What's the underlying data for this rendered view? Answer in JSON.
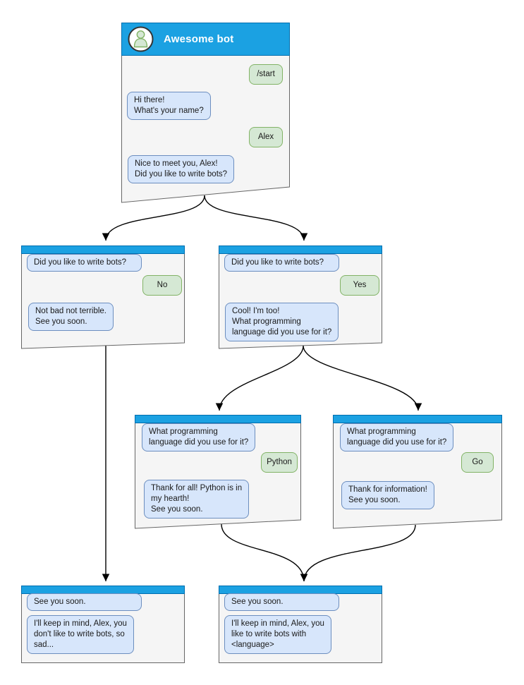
{
  "colors": {
    "header_blue": "#1ba1e2",
    "header_stroke": "#006eaf",
    "window_fill": "#f5f5f5",
    "window_stroke": "#666666",
    "bot_bubble_fill": "#d7e6fb",
    "bot_bubble_stroke": "#6c8ebf",
    "user_bubble_fill": "#d5e8d4",
    "user_bubble_stroke": "#82b366",
    "connector": "#000000"
  },
  "windows": [
    {
      "id": "main",
      "title": "Awesome bot",
      "messages": [
        {
          "from": "user",
          "text": "/start"
        },
        {
          "from": "bot",
          "text": "Hi there!\nWhat's your name?"
        },
        {
          "from": "user",
          "text": "Alex"
        },
        {
          "from": "bot",
          "text": "Nice to meet you, Alex!\nDid you like to write bots?"
        }
      ]
    },
    {
      "id": "branch-no",
      "messages": [
        {
          "from": "bot",
          "text": "Did you like to write bots?"
        },
        {
          "from": "user",
          "text": "No"
        },
        {
          "from": "bot",
          "text": "Not bad not terrible.\nSee you soon."
        }
      ]
    },
    {
      "id": "branch-yes",
      "messages": [
        {
          "from": "bot",
          "text": "Did you like to write bots?"
        },
        {
          "from": "user",
          "text": "Yes"
        },
        {
          "from": "bot",
          "text": "Cool! I'm too!\nWhat programming\nlanguage did you use for it?"
        }
      ]
    },
    {
      "id": "lang-python",
      "messages": [
        {
          "from": "bot",
          "text": "What programming\nlanguage did you use for it?"
        },
        {
          "from": "user",
          "text": "Python"
        },
        {
          "from": "bot",
          "text": "Thank for all! Python is in\nmy hearth!\nSee you soon."
        }
      ]
    },
    {
      "id": "lang-go",
      "messages": [
        {
          "from": "bot",
          "text": "What programming\nlanguage did you use for it?"
        },
        {
          "from": "user",
          "text": "Go"
        },
        {
          "from": "bot",
          "text": "Thank for information!\nSee you soon."
        }
      ]
    },
    {
      "id": "end-no",
      "messages": [
        {
          "from": "bot",
          "text": "See you soon."
        },
        {
          "from": "bot",
          "text": "I'll keep in mind, Alex, you\ndon't like to write bots, so\nsad..."
        }
      ]
    },
    {
      "id": "end-yes",
      "messages": [
        {
          "from": "bot",
          "text": "See you soon."
        },
        {
          "from": "bot",
          "text": "I'll keep in mind, Alex, you\nlike to write bots with\n<language>"
        }
      ]
    }
  ],
  "edges": [
    {
      "from": "main",
      "to": "branch-no"
    },
    {
      "from": "main",
      "to": "branch-yes"
    },
    {
      "from": "branch-no",
      "to": "end-no"
    },
    {
      "from": "branch-yes",
      "to": "lang-python"
    },
    {
      "from": "branch-yes",
      "to": "lang-go"
    },
    {
      "from": "lang-python",
      "to": "end-yes"
    },
    {
      "from": "lang-go",
      "to": "end-yes"
    }
  ]
}
